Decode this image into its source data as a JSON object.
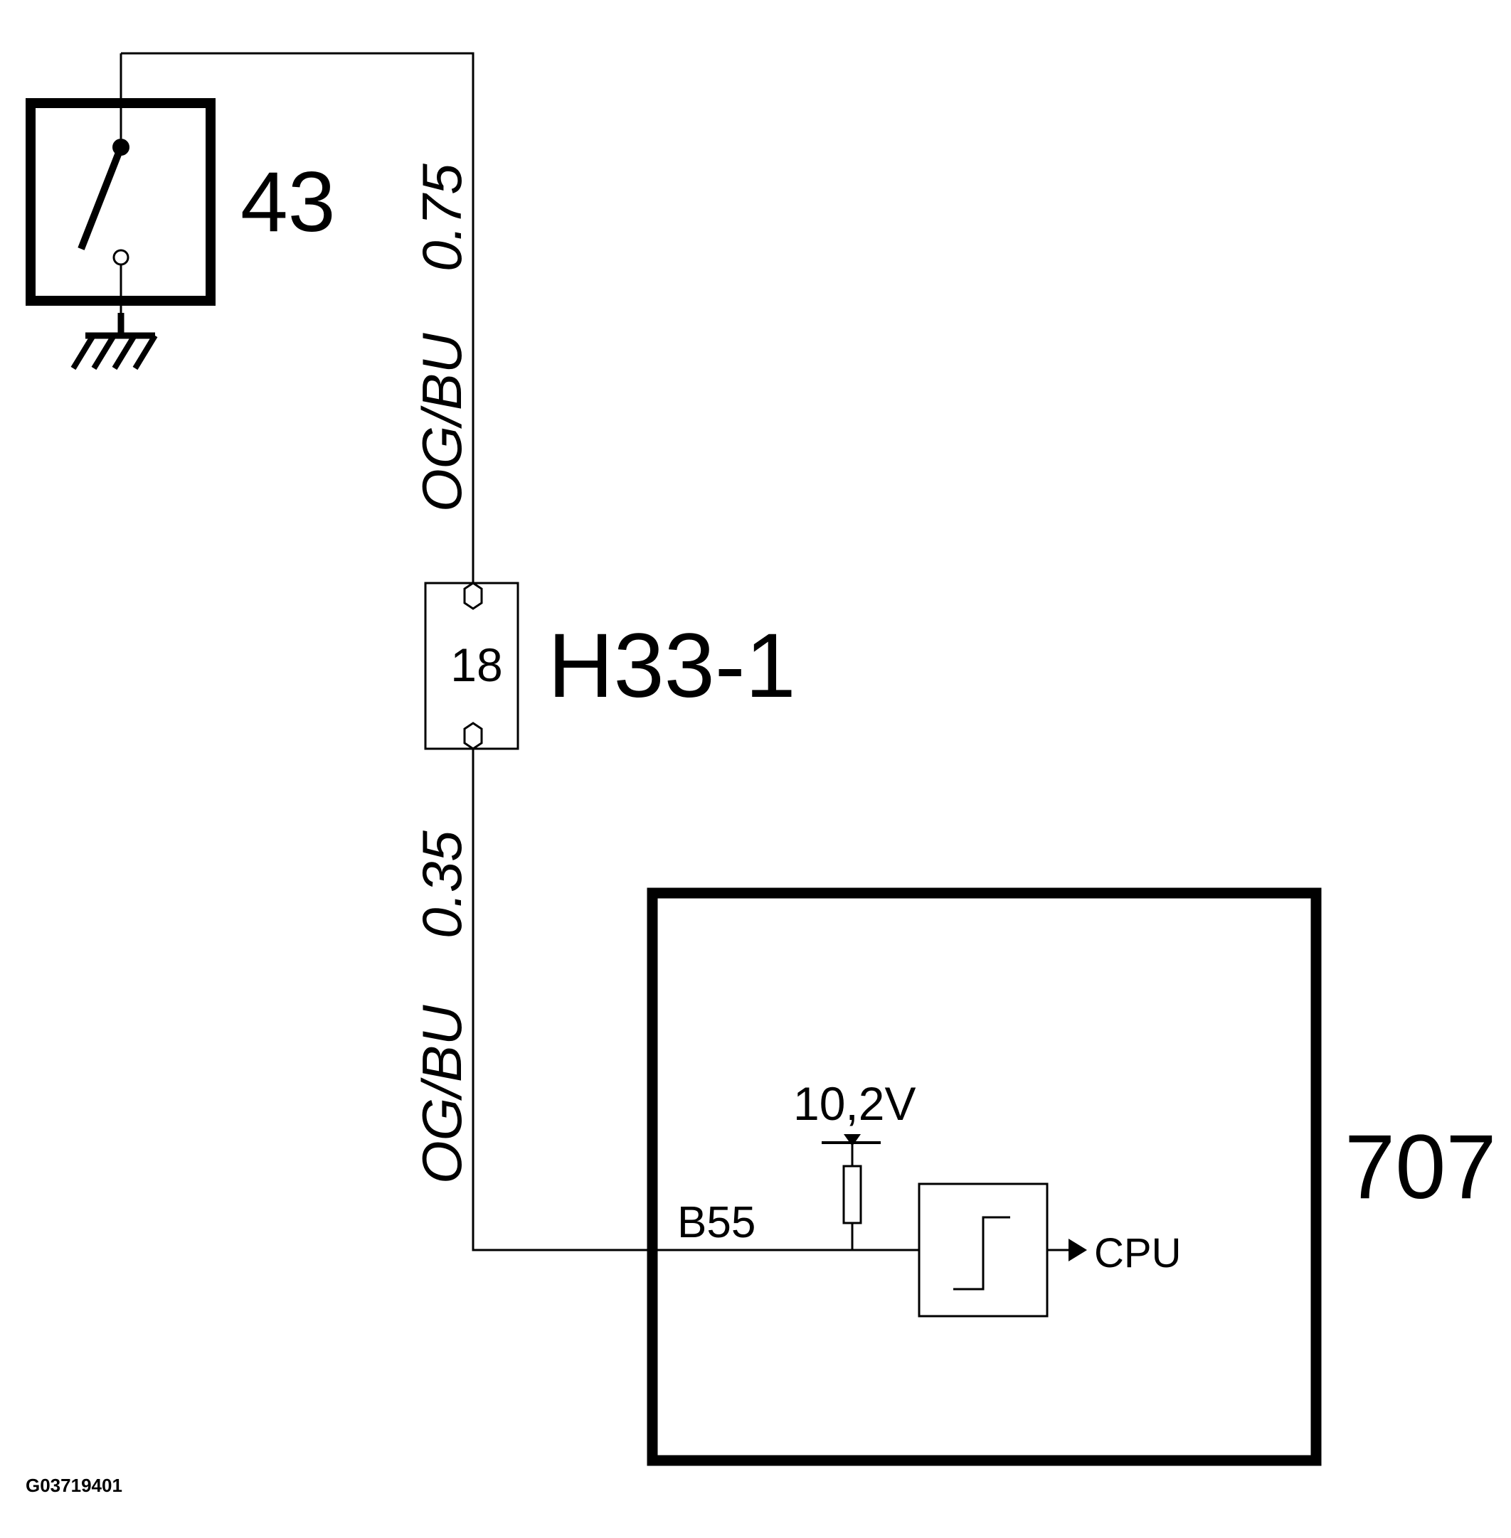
{
  "components": {
    "switch": {
      "id": "43",
      "icon": "switch-icon"
    },
    "connector": {
      "id": "H33-1",
      "pin": "18"
    },
    "module": {
      "id": "707",
      "pin": "B55",
      "supply_voltage": "10,2V",
      "output": "CPU",
      "icon": "schmitt-trigger-icon"
    }
  },
  "wires": {
    "upper": {
      "size": "0.75",
      "color": "OG/BU"
    },
    "lower": {
      "size": "0.35",
      "color": "OG/BU"
    }
  },
  "ground_icon": "ground-icon",
  "figure_id": "G03719401"
}
